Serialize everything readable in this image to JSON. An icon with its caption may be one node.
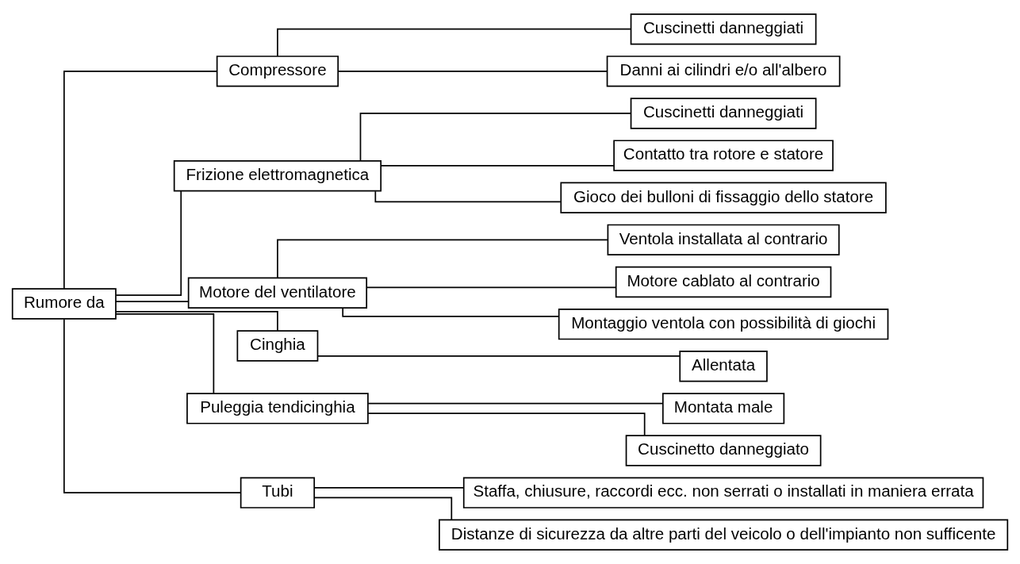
{
  "diagram": {
    "nodes": [
      {
        "text": [
          "Rumore da"
        ]
      },
      {
        "text": [
          "Compressore"
        ]
      },
      {
        "text": [
          "Cuscinetti danneggiati"
        ]
      },
      {
        "text": [
          "Danni ai cilindri e/o all'albero"
        ]
      },
      {
        "text": [
          "Frizione elettromagnetica"
        ]
      },
      {
        "text": [
          "Cuscinetti danneggiati"
        ]
      },
      {
        "text": [
          "Contatto tra rotore e statore"
        ]
      },
      {
        "text": [
          "Gioco dei bulloni di fissaggio dello statore"
        ]
      },
      {
        "text": [
          "Motore del ventilatore"
        ]
      },
      {
        "text": [
          "Ventola installata al contrario"
        ]
      },
      {
        "text": [
          "Motore cablato al contrario"
        ]
      },
      {
        "text": [
          "Montaggio ventola con possibilità di giochi"
        ]
      },
      {
        "text": [
          "Cinghia"
        ]
      },
      {
        "text": [
          "Allentata"
        ]
      },
      {
        "text": [
          "Puleggia tendicinghia"
        ]
      },
      {
        "text": [
          "Montata male"
        ]
      },
      {
        "text": [
          "Cuscinetto danneggiato"
        ]
      },
      {
        "text": [
          "Tubi"
        ]
      },
      {
        "text": [
          "Staffa, chiusure, raccordi ecc. non serrati o installati in maniera errata"
        ]
      },
      {
        "text": [
          "Distanze di sicurezza da altre parti del veicolo o dell'impianto non sufficente"
        ]
      }
    ],
    "edges": [
      {
        "from": 0,
        "to": 1,
        "arrow": "none"
      },
      {
        "from": 0,
        "to": 4,
        "arrow": "none"
      },
      {
        "from": 0,
        "to": 8,
        "arrow": "none"
      },
      {
        "from": 0,
        "to": 12,
        "arrow": "none"
      },
      {
        "from": 0,
        "to": 14,
        "arrow": "none"
      },
      {
        "from": 0,
        "to": 17,
        "arrow": "none"
      },
      {
        "from": 1,
        "to": 2,
        "arrow": "none"
      },
      {
        "from": 1,
        "to": 3,
        "arrow": "none"
      },
      {
        "from": 4,
        "to": 5,
        "arrow": "none"
      },
      {
        "from": 4,
        "to": 6,
        "arrow": "none"
      },
      {
        "from": 4,
        "to": 7,
        "arrow": "none"
      },
      {
        "from": 8,
        "to": 9,
        "arrow": "none"
      },
      {
        "from": 8,
        "to": 10,
        "arrow": "none"
      },
      {
        "from": 8,
        "to": 11,
        "arrow": "none"
      },
      {
        "from": 12,
        "to": 13,
        "arrow": "none"
      },
      {
        "from": 14,
        "to": 15,
        "arrow": "none"
      },
      {
        "from": 14,
        "to": 16,
        "arrow": "none"
      },
      {
        "from": 17,
        "to": 18,
        "arrow": "none"
      },
      {
        "from": 17,
        "to": 19,
        "arrow": "none"
      }
    ]
  }
}
